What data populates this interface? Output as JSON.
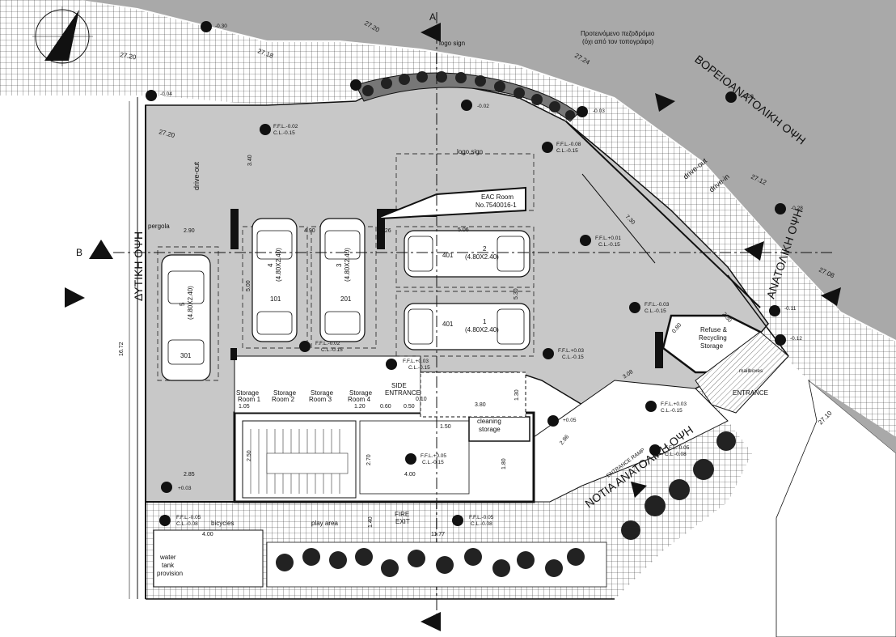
{
  "section_marks": {
    "top_A": "A",
    "left_B": "B"
  },
  "facades": {
    "north": "ΒΟΡΕΙΟΑΝΑΤΟΛΙΚΗ ΟΨΗ",
    "west": "ΔΥΤΙΚΗ ΟΨΗ",
    "east": "ΑΝΑΤΟΛΙΚΗ ΟΨΗ",
    "south": "ΝΟΤΙΑ ΑΝΑΤΟΛΙΚΗ ΟΨΗ"
  },
  "notes": {
    "sidewalk_line1": "Προτεινόμενο πεζοδρόμιο",
    "sidewalk_line2": "(όχι από τον τοπογράφο)",
    "logo_sign_top": "logo sign",
    "logo_sign_mid": "logo sign",
    "pergola": "pergola",
    "drive_out_left": "drive-out",
    "drive_out_right": "drive-out",
    "drive_in": "drive-in",
    "entrance_ramp": "ENTRANCE RAMP"
  },
  "levels": {
    "l1": "-0.30",
    "l2": "-0.04",
    "l3": "-0.02",
    "l4": "-0.03",
    "l5": "-0.28",
    "l6": "-0.28",
    "l7": "-0.11",
    "l8": "-0.12",
    "l9": "+0.03",
    "l10": "+0.05"
  },
  "ffl_labels": {
    "f1": [
      "F.F.L.-0.02",
      "C.L.-0.15"
    ],
    "f2": [
      "F.F.L.-0.08",
      "C.L.-0.15"
    ],
    "f3": [
      "F.F.L.+0.01",
      "C.L.-0.15"
    ],
    "f4": [
      "F.F.L.-0.03",
      "C.L.-0.15"
    ],
    "f5": [
      "F.F.L.-0.02",
      "C.L.-0.15"
    ],
    "f6": [
      "F.F.L.+0.03",
      "C.L.-0.15"
    ],
    "f7": [
      "F.F.L.+0.03",
      "C.L.-0.15"
    ],
    "f8": [
      "F.F.L.+0.03",
      "C.L.-0.15"
    ],
    "f9": [
      "F.F.L.+0.05",
      "C.L.-0.15"
    ],
    "f10": [
      "F.F.L.-0.05",
      "C.L.-0.08"
    ],
    "f11": [
      "F.F.L.-0.05",
      "C.L.-0.08"
    ],
    "f12": [
      "F.F.L.-0.05",
      "C.L.-0.08"
    ]
  },
  "contours": {
    "c1": "27.20",
    "c2": "27.18",
    "c3": "27.20",
    "c4": "27.24",
    "c5": "27.12",
    "c6": "27.08",
    "c7": "27.10",
    "c8": "27.20"
  },
  "rooms": {
    "eac_title": "EAC Room",
    "eac_no": "No.7540016-1",
    "storage1": [
      "Storage",
      "Room 1"
    ],
    "storage2": [
      "Storage",
      "Room 2"
    ],
    "storage3": [
      "Storage",
      "Room 3"
    ],
    "storage4": [
      "Storage",
      "Room 4"
    ],
    "side_entrance": [
      "SIDE",
      "ENTRANCE"
    ],
    "cleaning": [
      "cleaning",
      "storage"
    ],
    "refuse": [
      "Refuse &",
      "Recycling",
      "Storage"
    ],
    "mailboxes": "mailboxes",
    "entrance": "ENTRANCE",
    "fire_exit": [
      "FIRE",
      "EXIT"
    ],
    "play_area": "play area",
    "bicycles": "bicycles",
    "water_tank": [
      "water",
      "tank",
      "provision"
    ]
  },
  "parking": [
    {
      "num": "1",
      "size": "(4.80X2.40)",
      "unit": "401"
    },
    {
      "num": "2",
      "size": "(4.80X2.40)",
      "unit": "401"
    },
    {
      "num": "3",
      "size": "(4.80X2.40)",
      "unit": "201"
    },
    {
      "num": "4",
      "size": "(4.80X2.40)",
      "unit": "101"
    },
    {
      "num": "5",
      "size": "(4.80X2.40)",
      "unit": "301"
    }
  ],
  "dimensions": {
    "d_290": "2.90",
    "d_490": "4.90",
    "d_026": "0.26",
    "d_506": "5.06",
    "d_340": "3.40",
    "d_500": "5.00",
    "d_530": "5.30",
    "d_1672": "16.72",
    "d_285": "2.85",
    "d_250": "2.50",
    "d_400a": "4.00",
    "d_400b": "4.00",
    "d_150": "1.50",
    "d_380": "3.80",
    "d_130": "1.30",
    "d_1177": "11.77",
    "d_308": "3.08",
    "d_296": "2.96",
    "d_730": "7.30",
    "d_230": "2.30",
    "d_080": "0.80",
    "d_180": "1.80",
    "d_010": "0.10",
    "d_050": "0.50",
    "d_060": "0.60",
    "d_120": "1.20",
    "d_270": "2.70",
    "d_140": "1.40",
    "d_105": "1.05"
  }
}
